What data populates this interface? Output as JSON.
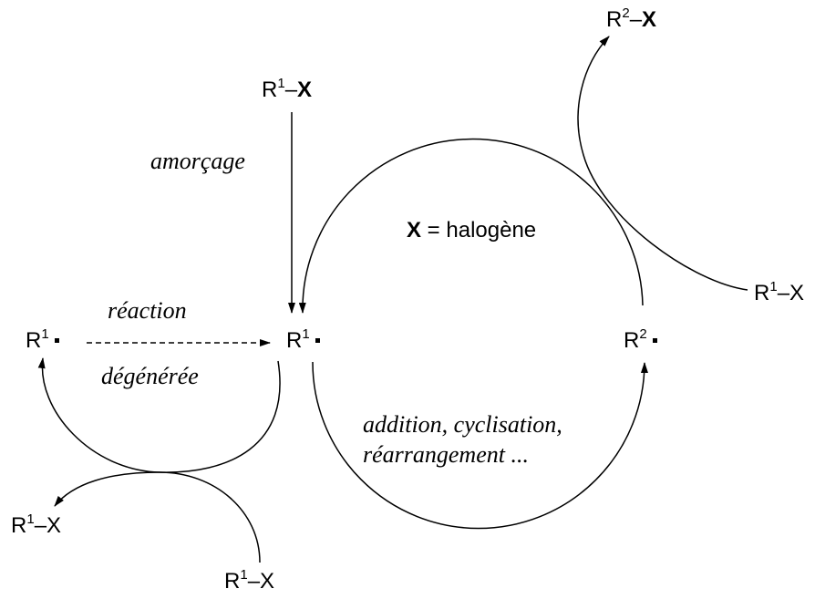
{
  "species": {
    "r1": "R",
    "r2": "R",
    "sup1": "1",
    "sup2": "2",
    "dash": "–",
    "x_bold": "X",
    "x_plain": "X"
  },
  "legend": {
    "x_symbol": "X",
    "equals_text": " = halogène"
  },
  "labels": {
    "initiation": "amorçage",
    "degenerate_line1": "réaction",
    "degenerate_line2": "dégénérée",
    "transformation_line1": "addition, cyclisation,",
    "transformation_line2": "réarrangement ..."
  }
}
